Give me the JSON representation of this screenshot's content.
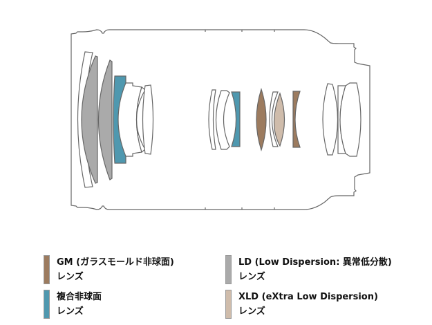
{
  "colors": {
    "gm": "#9c7b5f",
    "ld": "#aaaaaa",
    "aspherical": "#4f98af",
    "xld": "#cfbcab",
    "outline": "#666666"
  },
  "legend": [
    {
      "key": "gm",
      "line1": "GM (ガラスモールド非球面)",
      "line2": "レンズ"
    },
    {
      "key": "ld",
      "line1": "LD (Low Dispersion: 異常低分散)",
      "line2": "レンズ"
    },
    {
      "key": "aspherical",
      "line1": "複合非球面",
      "line2": "レンズ"
    },
    {
      "key": "xld",
      "line1": "XLD (eXtra Low Dispersion)",
      "line2": "レンズ"
    }
  ]
}
